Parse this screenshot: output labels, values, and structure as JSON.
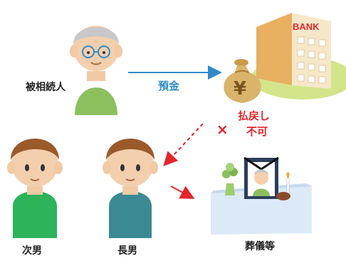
{
  "people": {
    "deceased": "被相続人",
    "second_son": "次男",
    "eldest_son": "長男"
  },
  "bank": {
    "sign": "BANK"
  },
  "money_bag": {
    "symbol": "¥"
  },
  "arrows": {
    "deposit": "預金",
    "refund_line1": "払戻し",
    "refund_line2": "不可",
    "cross": "×"
  },
  "funeral": {
    "label": "葬儀等"
  },
  "colors": {
    "arrow_blue": "#2e8bc9",
    "arrow_red": "#e3262c",
    "shirt_green": "#2db35a",
    "shirt_teal": "#3b8a93",
    "shirt_old": "#8cbf5e"
  }
}
